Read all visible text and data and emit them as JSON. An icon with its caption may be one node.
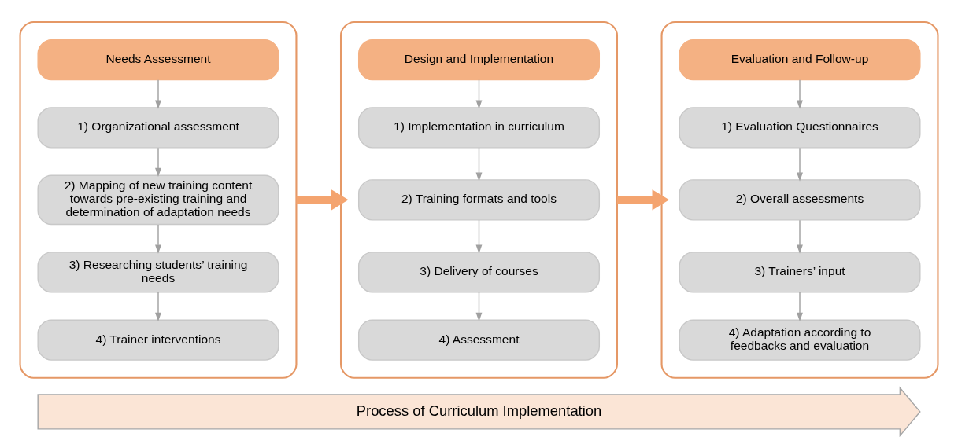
{
  "diagram": {
    "nodes": [
      {
        "text": [],
        "shape": "box"
      },
      {
        "text": [
          "Needs Assessment"
        ],
        "in": 0
      },
      {
        "text": [
          "1) Organizational assessment"
        ],
        "in": 0
      },
      {
        "text": [
          "2) Mapping of new training content towards pre-existing training and determination of adaptation needs"
        ],
        "in": 0
      },
      {
        "text": [
          "3) Researching students’ training needs"
        ],
        "in": 0
      },
      {
        "text": [
          "4) Trainer interventions"
        ],
        "in": 0
      },
      {
        "text": [],
        "shape": "box"
      },
      {
        "text": [
          "Design and Implementation"
        ],
        "in": 6
      },
      {
        "text": [
          "1) Implementation in curriculum"
        ],
        "in": 6
      },
      {
        "text": [
          "2) Training formats and tools"
        ],
        "in": 6
      },
      {
        "text": [
          "3) Delivery of courses"
        ],
        "in": 6
      },
      {
        "text": [
          "4) Assessment"
        ],
        "in": 6
      },
      {
        "text": [],
        "shape": "box"
      },
      {
        "text": [
          "Evaluation and Follow-up"
        ],
        "in": 12
      },
      {
        "text": [
          "1) Evaluation Questionnaires"
        ],
        "in": 12
      },
      {
        "text": [
          "2) Overall assessments"
        ],
        "in": 12
      },
      {
        "text": [
          "3) Trainers’ input"
        ],
        "in": 12
      },
      {
        "text": [
          "4) Adaptation according to feedbacks and evaluation"
        ],
        "in": 12
      },
      {
        "text": [
          "Process of Curriculum Implementation"
        ]
      }
    ],
    "edges": [
      {
        "from": 1,
        "to": 2,
        "arrow": "to"
      },
      {
        "from": 2,
        "to": 3,
        "arrow": "to"
      },
      {
        "from": 3,
        "to": 4,
        "arrow": "to"
      },
      {
        "from": 4,
        "to": 5,
        "arrow": "to"
      },
      {
        "from": 0,
        "to": 6,
        "arrow": "to",
        "style": "thick",
        "color": "#f4a46f"
      },
      {
        "from": 7,
        "to": 8,
        "arrow": "to"
      },
      {
        "from": 8,
        "to": 9,
        "arrow": "to"
      },
      {
        "from": 9,
        "to": 10,
        "arrow": "to"
      },
      {
        "from": 10,
        "to": 11,
        "arrow": "to"
      },
      {
        "from": 6,
        "to": 12,
        "arrow": "to",
        "style": "thick",
        "color": "#f4a46f"
      },
      {
        "from": 13,
        "to": 14,
        "arrow": "to"
      },
      {
        "from": 14,
        "to": 15,
        "arrow": "to"
      },
      {
        "from": 15,
        "to": 16,
        "arrow": "to"
      },
      {
        "from": 16,
        "to": 17,
        "arrow": "to"
      }
    ]
  }
}
